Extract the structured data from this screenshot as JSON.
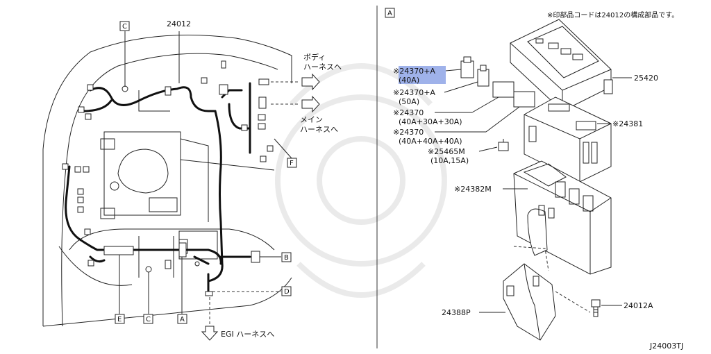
{
  "left_panel": {
    "callouts": {
      "main_part": "24012",
      "body_harness_line1": "ボディ",
      "body_harness_line2": "ハーネスへ",
      "main_harness_line1": "メイン",
      "main_harness_line2": "ハーネスへ",
      "egi_harness": "EGI ハーネスへ"
    },
    "box_labels": {
      "c_top": "C",
      "f": "F",
      "b": "B",
      "d": "D",
      "e": "E",
      "c_bottom": "C",
      "a": "A"
    }
  },
  "right_panel": {
    "section_label": "A",
    "note": "※印部品コードは24012の構成部品です。",
    "parts": {
      "p25420": "25420",
      "p24370a_40": "※24370+A",
      "p24370a_40_sub": "(40A)",
      "p24370a_50": "※24370+A",
      "p24370a_50_sub": "(50A)",
      "p24370_1": "※24370",
      "p24370_1_sub": "(40A+30A+30A)",
      "p24370_2": "※24370",
      "p24370_2_sub": "(40A+40A+40A)",
      "p25465m": "※25465M",
      "p25465m_sub": "(10A,15A)",
      "p24381": "※24381",
      "p24382m": "※24382M",
      "p24388p": "24388P",
      "p24012a": "24012A"
    }
  },
  "footer_code": "J24003TJ"
}
